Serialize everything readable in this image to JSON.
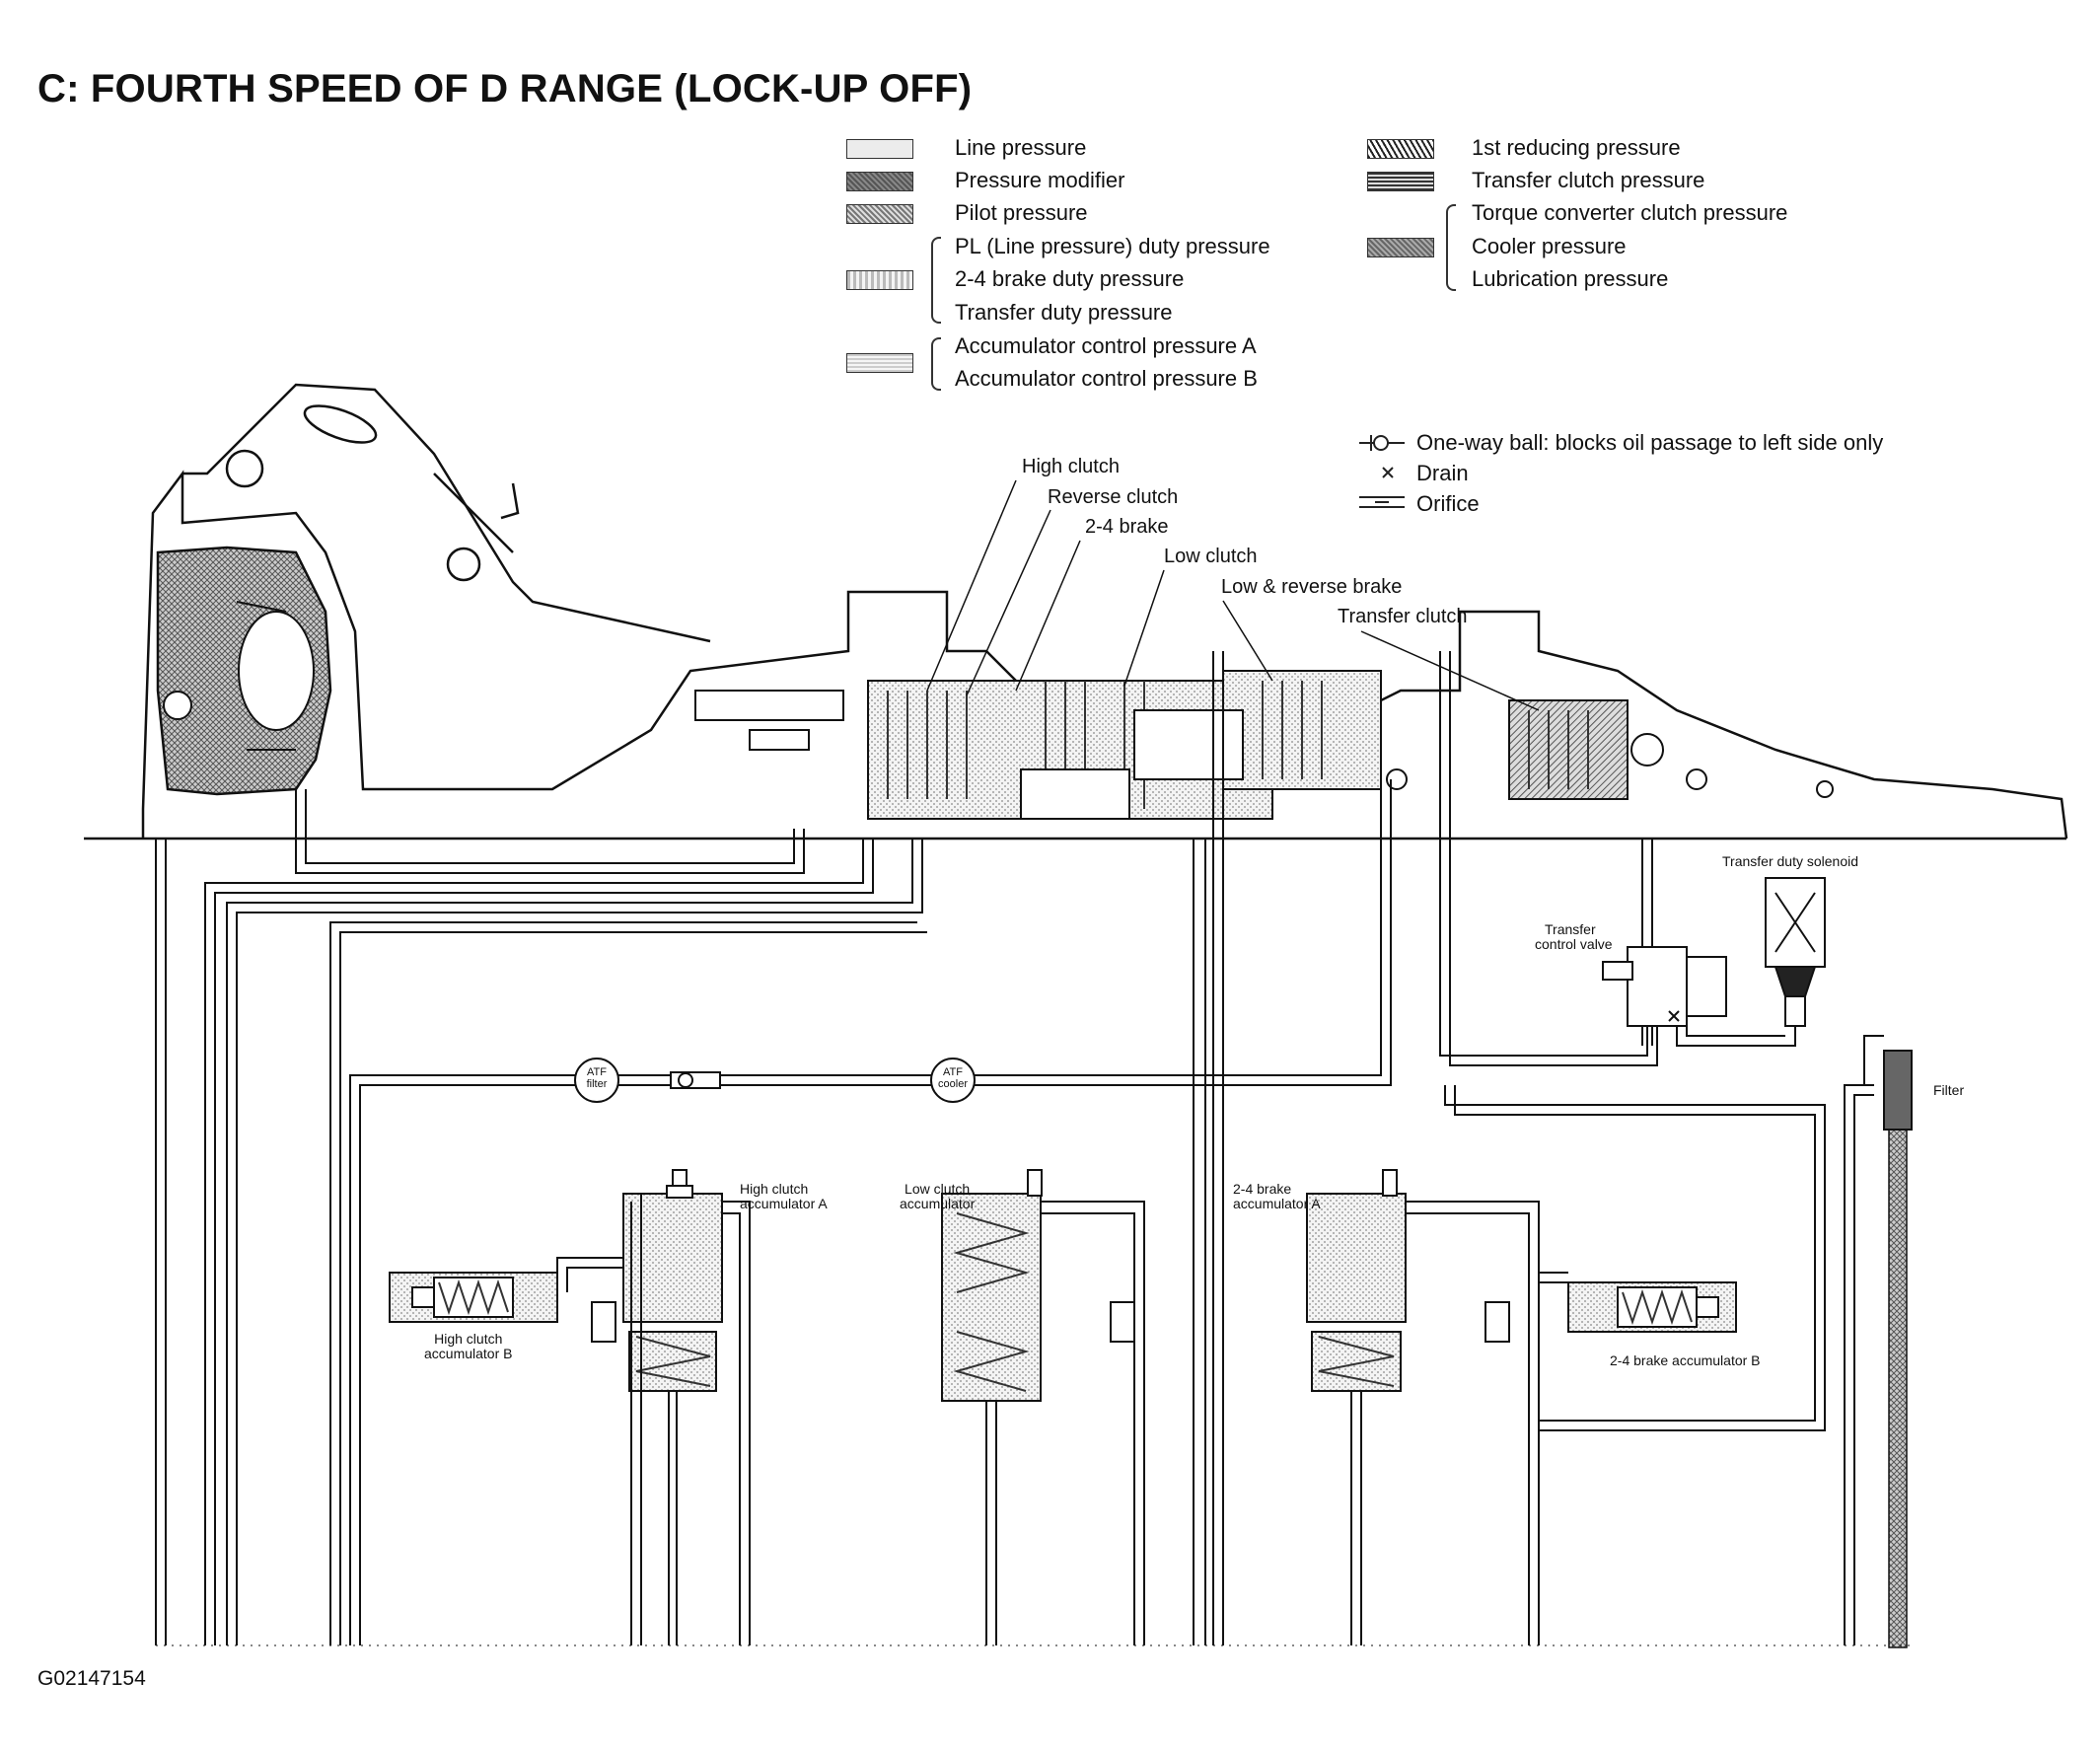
{
  "title": "C: FOURTH SPEED OF D RANGE (LOCK-UP OFF)",
  "legend": {
    "left": [
      {
        "label": "Line pressure",
        "swatch": "line"
      },
      {
        "label": "Pressure modifier",
        "swatch": "mod"
      },
      {
        "label": "Pilot pressure",
        "swatch": "pilot"
      },
      {
        "label": "PL (Line pressure) duty pressure",
        "swatch": "duty"
      },
      {
        "label": "2-4 brake duty pressure",
        "swatch": "duty"
      },
      {
        "label": "Transfer duty pressure",
        "swatch": "duty"
      },
      {
        "label": "Accumulator control pressure A",
        "swatch": "acc"
      },
      {
        "label": "Accumulator control pressure B",
        "swatch": "acc"
      }
    ],
    "right": [
      {
        "label": "1st reducing pressure",
        "swatch": "red1"
      },
      {
        "label": "Transfer clutch pressure",
        "swatch": "trans"
      },
      {
        "label": "Torque converter clutch pressure",
        "swatch": "tcc"
      },
      {
        "label": "Cooler pressure",
        "swatch": "tcc"
      },
      {
        "label": "Lubrication pressure",
        "swatch": "tcc"
      }
    ]
  },
  "symbols": [
    {
      "label": "One-way ball: blocks oil passage to left side only",
      "icon": "one-way-ball-icon"
    },
    {
      "label": "Drain",
      "icon": "drain-icon"
    },
    {
      "label": "Orifice",
      "icon": "orifice-icon"
    }
  ],
  "components": {
    "high_clutch": "High clutch",
    "reverse_clutch": "Reverse clutch",
    "brake_24": "2-4 brake",
    "low_clutch": "Low clutch",
    "low_reverse_brake": "Low & reverse brake",
    "transfer_clutch": "Transfer clutch",
    "transfer_duty_solenoid": "Transfer duty solenoid",
    "transfer_control_valve_1": "Transfer",
    "transfer_control_valve_2": "control valve",
    "filter": "Filter",
    "atf_filter_1": "ATF",
    "atf_filter_2": "filter",
    "atf_cooler_1": "ATF",
    "atf_cooler_2": "cooler",
    "high_clutch_acc_a_1": "High clutch",
    "high_clutch_acc_a_2": "accumulator A",
    "low_clutch_acc_1": "Low clutch",
    "low_clutch_acc_2": "accumulator",
    "brake_24_acc_a_1": "2-4 brake",
    "brake_24_acc_a_2": "accumulator A",
    "high_clutch_acc_b_1": "High clutch",
    "high_clutch_acc_b_2": "accumulator B",
    "brake_24_acc_b": "2-4 brake accumulator B"
  },
  "figure_id": "G02147154"
}
